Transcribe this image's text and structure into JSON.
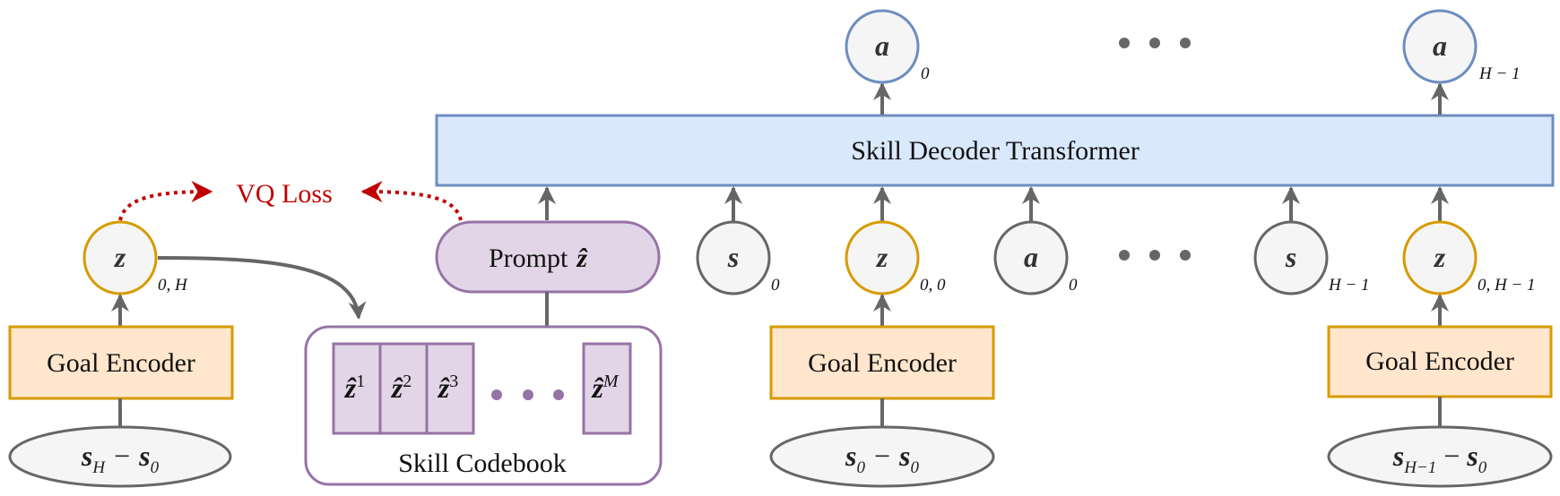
{
  "colors": {
    "arrow": "#666666",
    "goal_encoder_fill": "#ffe6cc",
    "goal_encoder_stroke": "#d79b00",
    "z_node_stroke": "#d79b00",
    "s_node_stroke": "#666666",
    "a_node_stroke": "#6c8ebf",
    "decoder_fill": "#dae8fc",
    "decoder_stroke": "#6c8ebf",
    "prompt_fill": "#e1d5e7",
    "prompt_stroke": "#9673a6",
    "vq_loss": "#c00000",
    "node_fill": "#f5f5f5"
  },
  "decoder": {
    "label": "Skill Decoder Transformer"
  },
  "vq_loss": {
    "label": "VQ Loss"
  },
  "prompt": {
    "label": "Prompt",
    "symbol": "ẑ"
  },
  "codebook": {
    "label": "Skill Codebook",
    "entries": [
      {
        "symbol": "ẑ",
        "sup": "1"
      },
      {
        "symbol": "ẑ",
        "sup": "2"
      },
      {
        "symbol": "ẑ",
        "sup": "3"
      },
      {
        "symbol": "ẑ",
        "sup": "M"
      }
    ],
    "ellipsis": "• • •"
  },
  "left_branch": {
    "z_node": {
      "symbol": "z",
      "sub": "0, H"
    },
    "encoder": "Goal Encoder",
    "input": {
      "a": "s",
      "a_sub": "H",
      "op": "−",
      "b": "s",
      "b_sub": "0"
    }
  },
  "sequence": {
    "s0": {
      "symbol": "s",
      "sub": "0"
    },
    "z00": {
      "symbol": "z",
      "sub": "0, 0"
    },
    "a0_in": {
      "symbol": "a",
      "sub": "0"
    },
    "sH1": {
      "symbol": "s",
      "sub": "H − 1"
    },
    "z0H1": {
      "symbol": "z",
      "sub": "0, H − 1"
    },
    "ellipsis": "• • •"
  },
  "outputs": {
    "a0": {
      "symbol": "a",
      "sub": "0"
    },
    "aH1": {
      "symbol": "a",
      "sub": "H − 1"
    },
    "ellipsis": "• • •"
  },
  "mid_branch": {
    "encoder": "Goal Encoder",
    "input": {
      "a": "s",
      "a_sub": "0",
      "op": "−",
      "b": "s",
      "b_sub": "0"
    }
  },
  "right_branch": {
    "encoder": "Goal Encoder",
    "input": {
      "a": "s",
      "a_sub": "H−1",
      "op": "−",
      "b": "s",
      "b_sub": "0"
    }
  }
}
